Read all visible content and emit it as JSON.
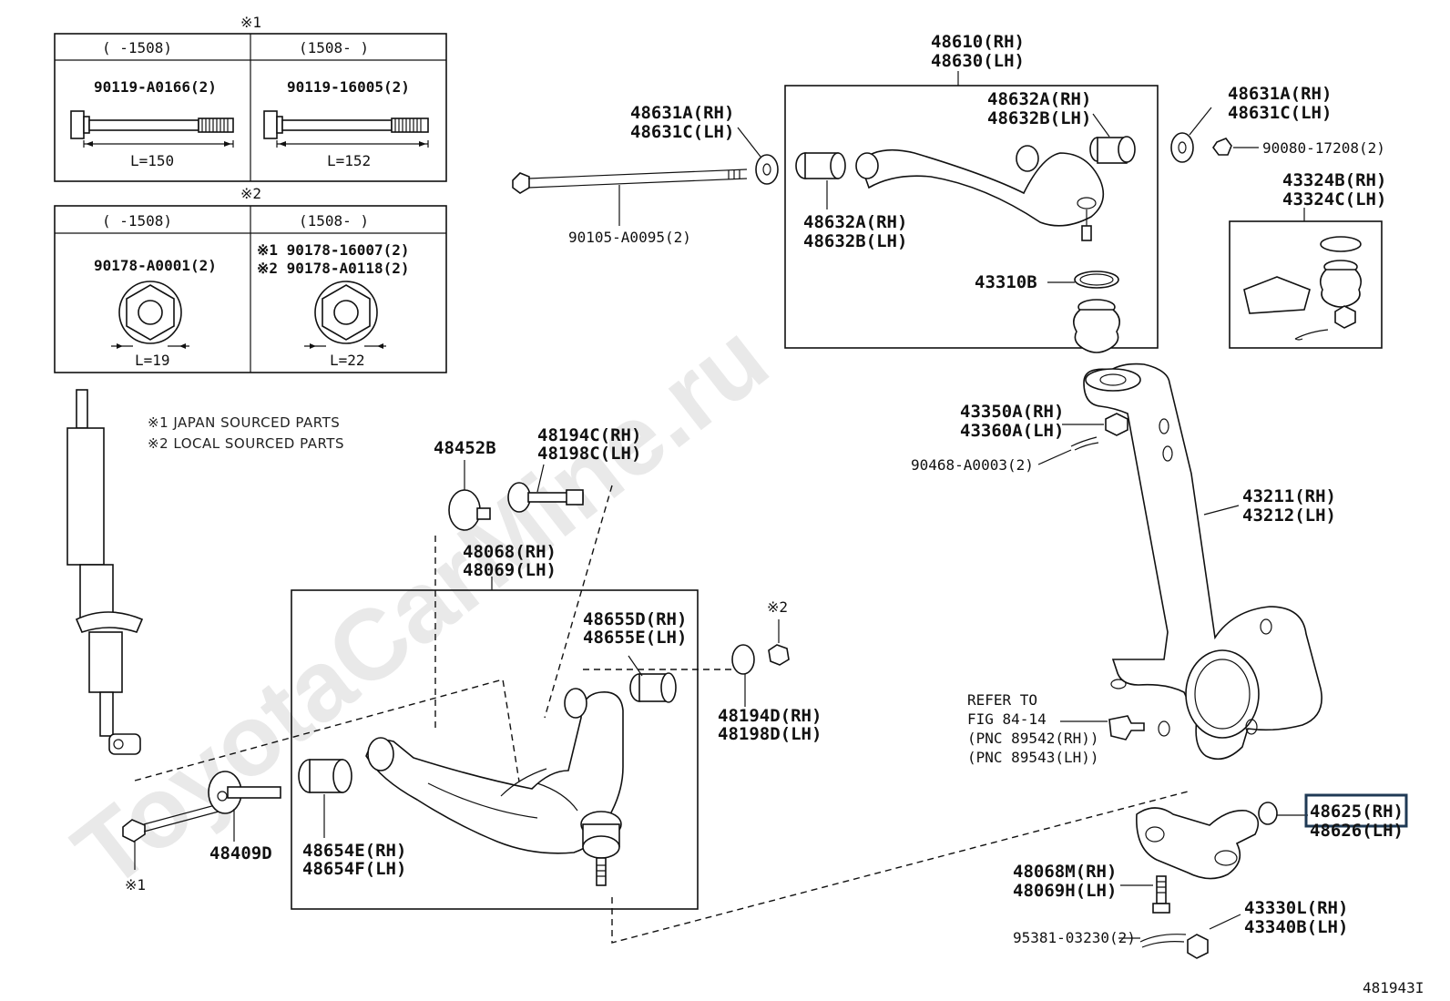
{
  "watermark": "ToyotaCarMine.ru",
  "figure_id": "481943I",
  "tables": {
    "t1": {
      "mark": "※1",
      "col1_header": "(    -1508)",
      "col2_header": "(1508-     )",
      "col1_part": "90119-A0166(2)",
      "col2_part": "90119-16005(2)",
      "col1_dim": "L=150",
      "col2_dim": "L=152"
    },
    "t2": {
      "mark": "※2",
      "col1_header": "(    -1508)",
      "col2_header": "(1508-     )",
      "col1_part": "90178-A0001(2)",
      "col2_part_a": "※1 90178-16007(2)",
      "col2_part_b": "※2 90178-A0118(2)",
      "col1_dim": "L=19",
      "col2_dim": "L=22"
    }
  },
  "notes": {
    "n1": "※1 JAPAN SOURCED PARTS",
    "n2": "※2 LOCAL SOURCED PARTS"
  },
  "labels": {
    "upper_arm_a": "48610(RH)",
    "upper_arm_b": "48630(LH)",
    "bush_top_a": "48632A(RH)",
    "bush_top_b": "48632B(LH)",
    "bush_left_a": "48632A(RH)",
    "bush_left_b": "48632B(LH)",
    "washer_l_a": "48631A(RH)",
    "washer_l_b": "48631C(LH)",
    "washer_r_a": "48631A(RH)",
    "washer_r_b": "48631C(LH)",
    "long_bolt": "90105-A0095(2)",
    "nut_r": "90080-17208(2)",
    "boot_kit_a": "43324B(RH)",
    "boot_kit_b": "43324C(LH)",
    "ring": "43310B",
    "knuckle_nut_a": "43350A(RH)",
    "knuckle_nut_b": "43360A(LH)",
    "cotter": "90468-A0003(2)",
    "knuckle_a": "43211(RH)",
    "knuckle_b": "43212(LH)",
    "refer_1": "REFER TO",
    "refer_2": "FIG 84-14",
    "refer_3": "(PNC 89542(RH))",
    "refer_4": "(PNC 89543(LH))",
    "cam": "48452B",
    "cam_bolt_a": "48194C(RH)",
    "cam_bolt_b": "48198C(LH)",
    "lower_arm_a": "48068(RH)",
    "lower_arm_b": "48069(LH)",
    "lower_bush_a": "48655D(RH)",
    "lower_bush_b": "48655E(LH)",
    "mark2": "※2",
    "rear_bolt_a": "48194D(RH)",
    "rear_bolt_b": "48198D(LH)",
    "mark1": "※1",
    "bolt_48409": "48409D",
    "front_bush_a": "48654E(RH)",
    "front_bush_b": "48654F(LH)",
    "steering_arm_a": "48625(RH)",
    "steering_arm_b": "48626(LH)",
    "arm_bolt_a": "48068M(RH)",
    "arm_bolt_b": "48069H(LH)",
    "lower_nut_a": "43330L(RH)",
    "lower_nut_b": "43340B(LH)",
    "lower_cotter": "95381-03230(2)"
  },
  "highlight_color": "#1f3a55"
}
